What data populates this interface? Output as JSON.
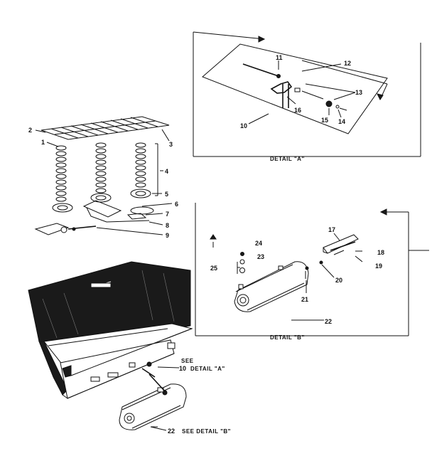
{
  "callouts": {
    "c1": "1",
    "c2": "2",
    "c3": "3",
    "c4": "4",
    "c5": "5",
    "c6": "6",
    "c7": "7",
    "c8": "8",
    "c9": "9",
    "c10a": "10",
    "c11": "11",
    "c12": "12",
    "c13": "13",
    "c14": "14",
    "c15": "15",
    "c16": "16",
    "c17": "17",
    "c18": "18",
    "c19": "19",
    "c20": "20",
    "c21": "21",
    "c22a": "22",
    "c23": "23",
    "c24": "24",
    "c25": "25",
    "c10b": "10",
    "c22b": "22"
  },
  "captions": {
    "detail_a": "DETAIL \"A\"",
    "detail_b": "DETAIL \"B\"",
    "see": "SEE",
    "see_detail_a": "DETAIL \"A\"",
    "see_detail_b": "SEE DETAIL \"B\""
  }
}
